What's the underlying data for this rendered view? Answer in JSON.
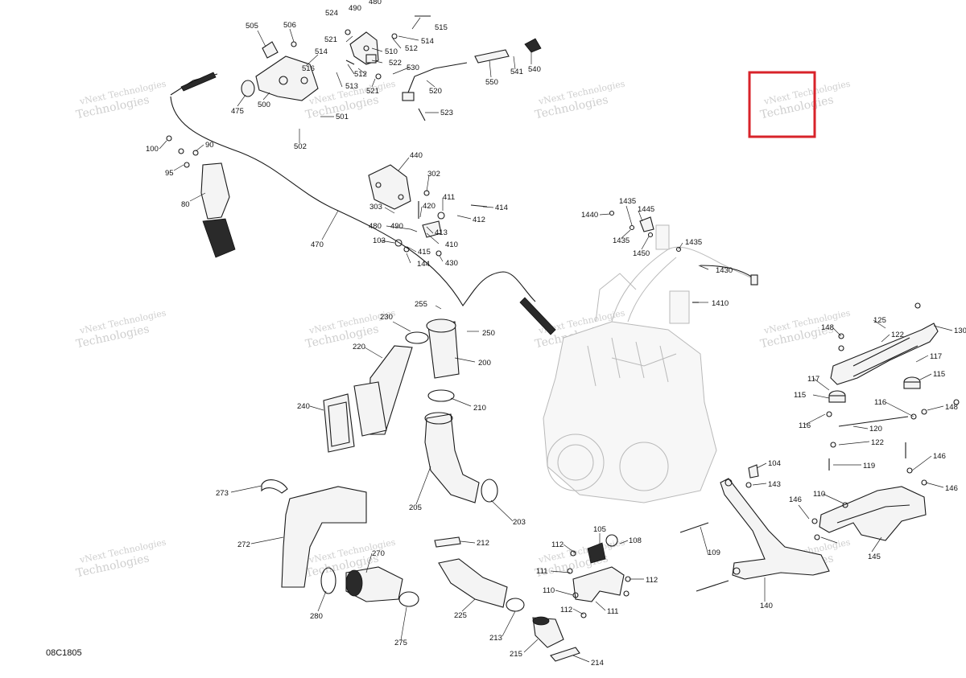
{
  "diagram_code": "08C1805",
  "watermark": {
    "line1": "vNext Technologies",
    "line2": "Technologies"
  },
  "highlight_color": "#d8232a",
  "callouts": [
    "505",
    "506",
    "524",
    "490",
    "480",
    "515",
    "514",
    "521",
    "512",
    "510",
    "522",
    "530",
    "516",
    "514",
    "512",
    "513",
    "521",
    "540",
    "541",
    "550",
    "520",
    "475",
    "500",
    "523",
    "501",
    "502",
    "100",
    "90",
    "95",
    "80",
    "440",
    "302",
    "420",
    "411",
    "414",
    "412",
    "303",
    "490",
    "480",
    "413",
    "103",
    "415",
    "410",
    "144",
    "430",
    "470",
    "1440",
    "1435",
    "1445",
    "1435",
    "1450",
    "1435",
    "1430",
    "1410",
    "255",
    "250",
    "230",
    "220",
    "200",
    "240",
    "210",
    "148",
    "125",
    "130",
    "122",
    "117",
    "117",
    "115",
    "115",
    "116",
    "116",
    "120",
    "148",
    "122",
    "119",
    "104",
    "143",
    "146",
    "146",
    "110",
    "146",
    "145",
    "205",
    "203",
    "273",
    "272",
    "270",
    "280",
    "275",
    "212",
    "225",
    "213",
    "215",
    "214",
    "112",
    "105",
    "108",
    "111",
    "112",
    "110",
    "112",
    "111",
    "109",
    "140"
  ]
}
